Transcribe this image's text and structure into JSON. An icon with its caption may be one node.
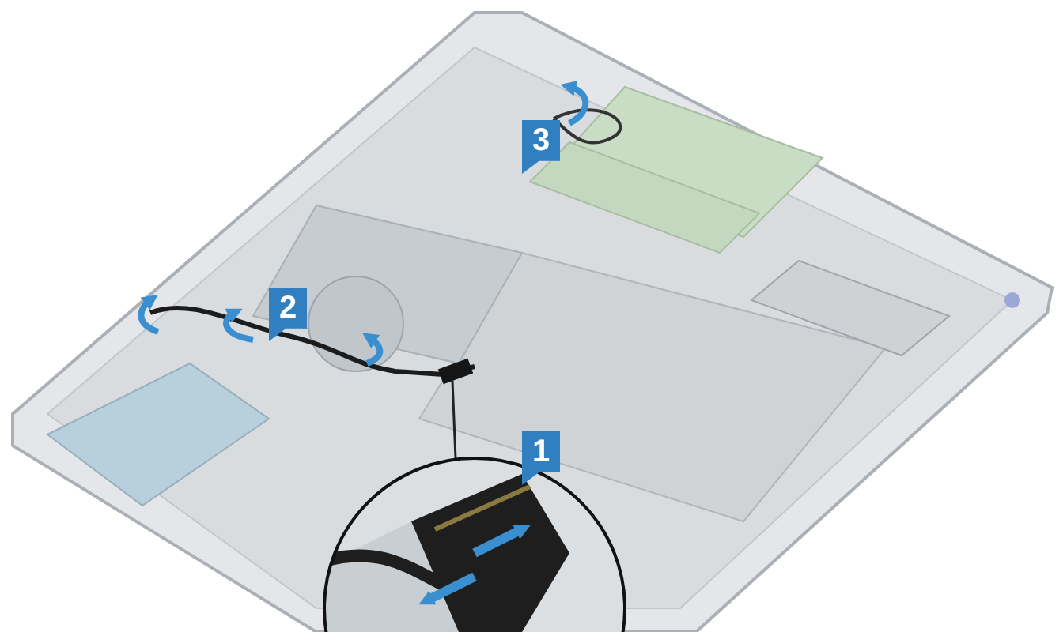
{
  "diagram": {
    "nodes": [
      {
        "text": [],
        "shape": "box"
      },
      {
        "text": [],
        "shape": "circle"
      }
    ],
    "edges": [
      {
        "from": 1,
        "to": 0,
        "arrow": "none"
      }
    ],
    "labels": [
      "3",
      "2",
      "1"
    ]
  }
}
